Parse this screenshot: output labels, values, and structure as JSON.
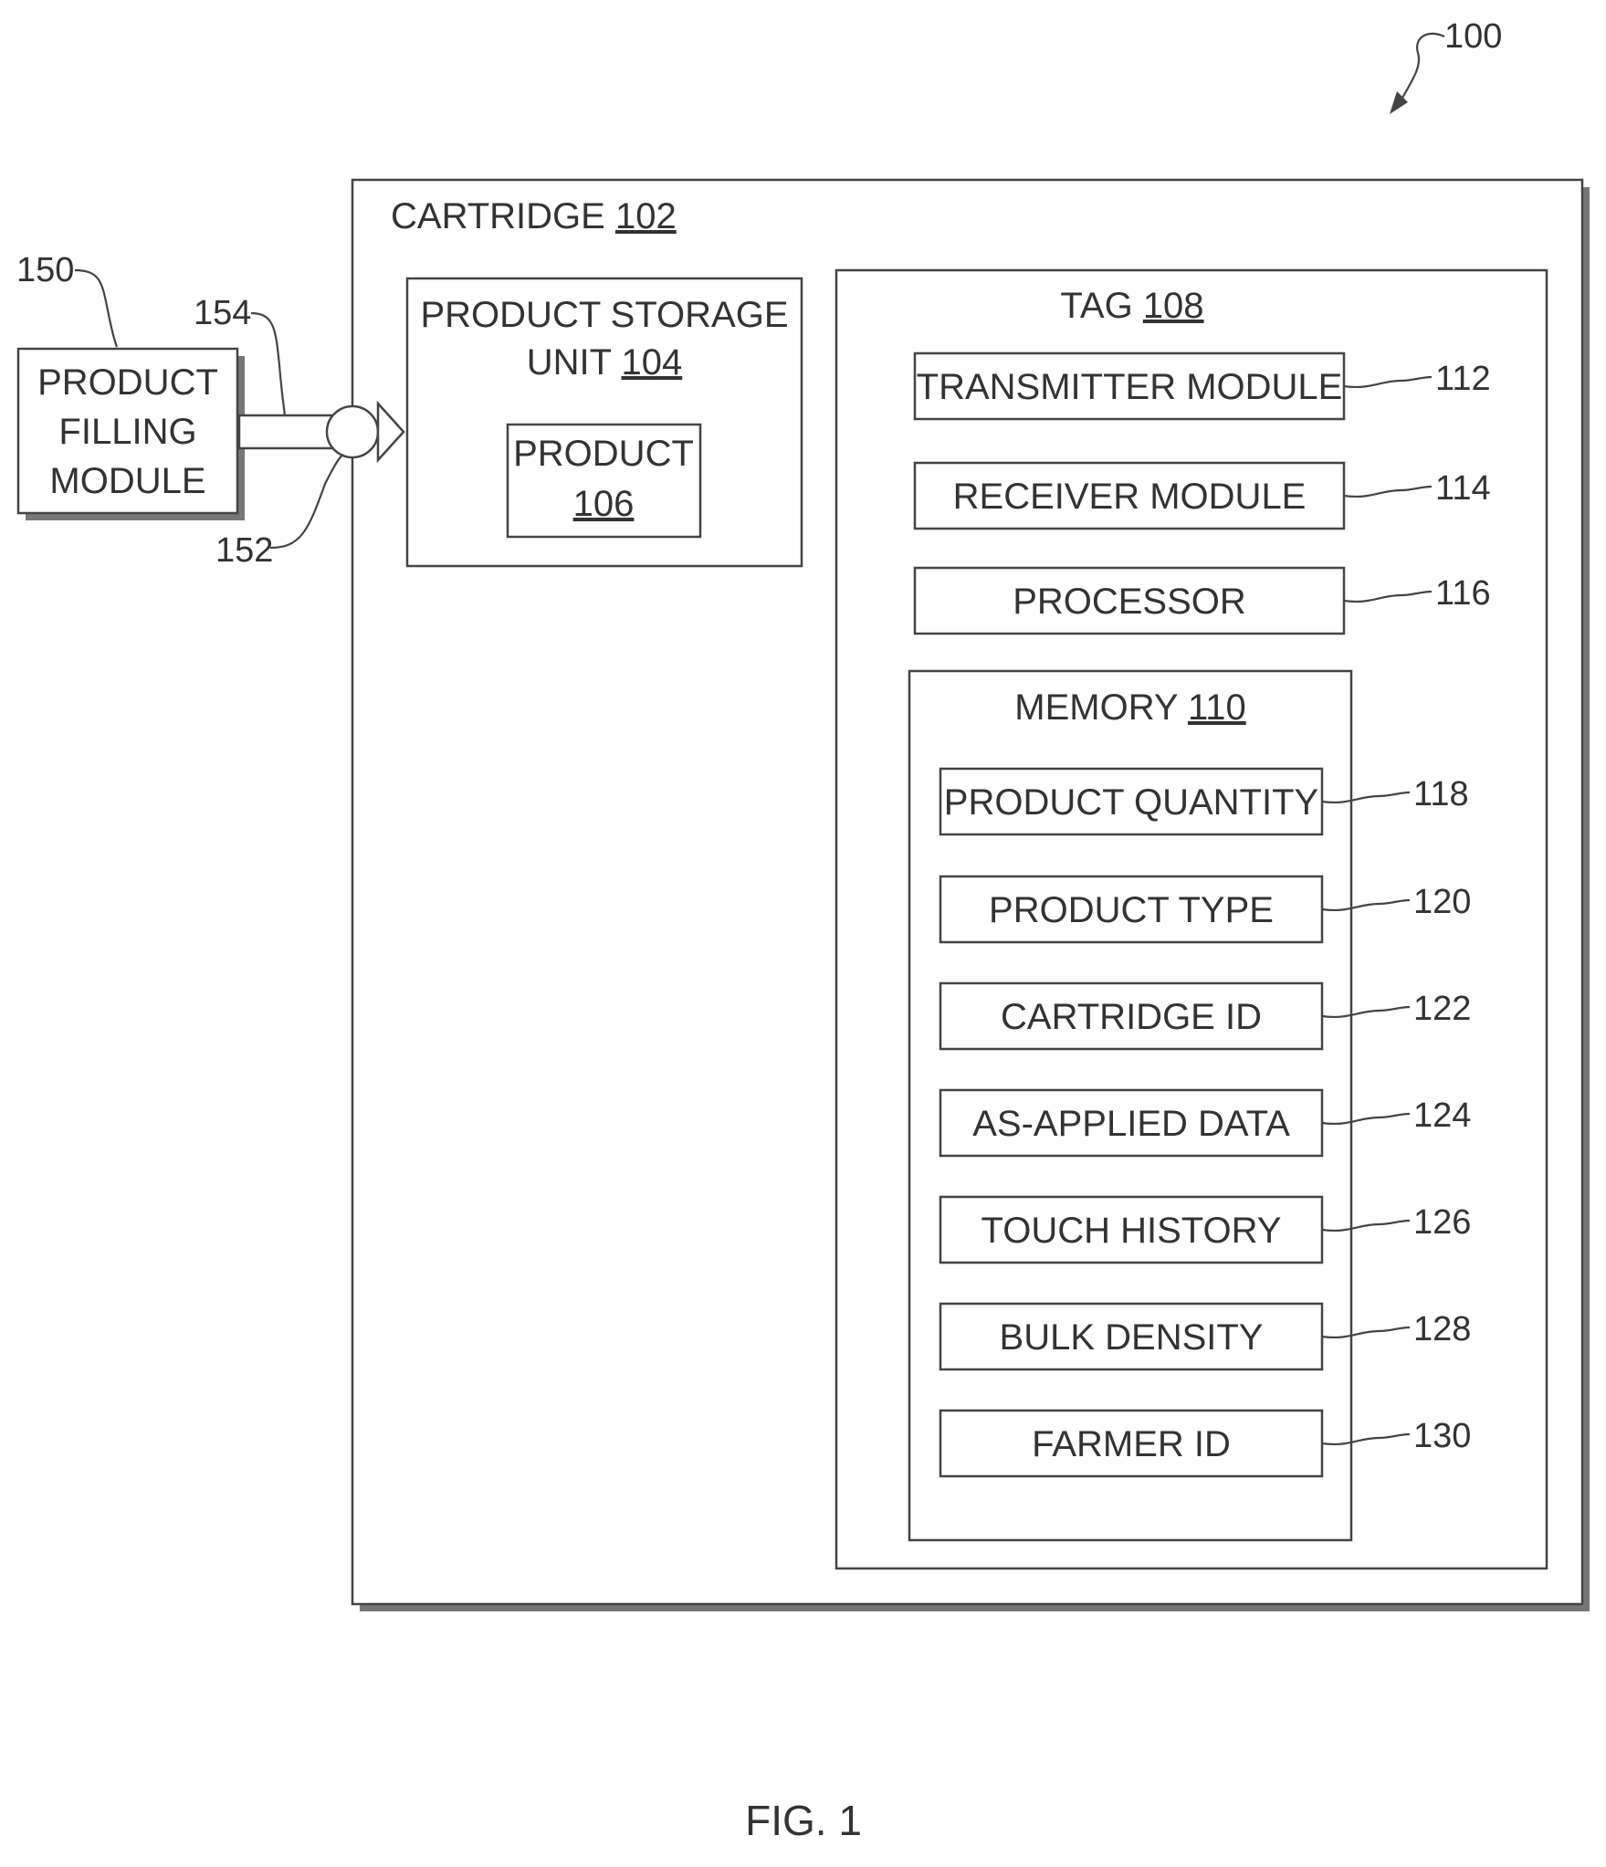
{
  "figure_label": "FIG. 1",
  "system_ref": "100",
  "cartridge": {
    "label": "CARTRIDGE",
    "ref": "102"
  },
  "storage_unit": {
    "line1": "PRODUCT STORAGE",
    "line2": "UNIT",
    "ref": "104"
  },
  "product": {
    "label": "PRODUCT",
    "ref": "106"
  },
  "tag": {
    "label": "TAG",
    "ref": "108"
  },
  "memory": {
    "label": "MEMORY",
    "ref": "110"
  },
  "filling_module": {
    "line1": "PRODUCT",
    "line2": "FILLING",
    "line3": "MODULE",
    "ref": "150"
  },
  "connector_refs": {
    "port": "152",
    "conduit": "154"
  },
  "tag_modules": [
    {
      "label": "TRANSMITTER MODULE",
      "ref": "112"
    },
    {
      "label": "RECEIVER MODULE",
      "ref": "114"
    },
    {
      "label": "PROCESSOR",
      "ref": "116"
    }
  ],
  "memory_items": [
    {
      "label": "PRODUCT QUANTITY",
      "ref": "118"
    },
    {
      "label": "PRODUCT TYPE",
      "ref": "120"
    },
    {
      "label": "CARTRIDGE ID",
      "ref": "122"
    },
    {
      "label": "AS-APPLIED DATA",
      "ref": "124"
    },
    {
      "label": "TOUCH HISTORY",
      "ref": "126"
    },
    {
      "label": "BULK DENSITY",
      "ref": "128"
    },
    {
      "label": "FARMER ID",
      "ref": "130"
    }
  ]
}
